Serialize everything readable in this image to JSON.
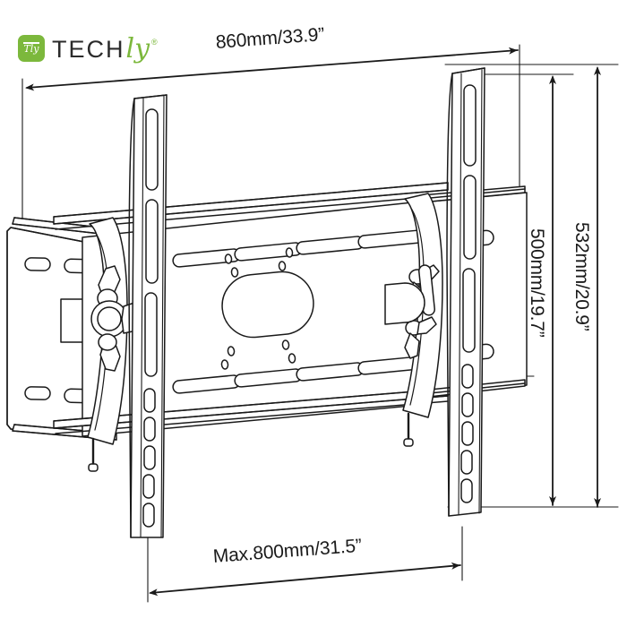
{
  "brand": {
    "logo_mark_letters": "Tly",
    "wordmark_primary": "TECH",
    "wordmark_script": "ly",
    "registered_mark": "®",
    "logo_color": "#7cb83c",
    "wordmark_color": "#2b2b2b"
  },
  "drawing": {
    "title": "TV wall mount bracket technical drawing",
    "line_color": "#1a1a1a",
    "fill_color": "#ffffff",
    "background": "#ffffff",
    "product_type": "tilting flat-panel TV wall mount"
  },
  "dimensions": {
    "overall_width": {
      "label": "860mm/33.9”",
      "value_mm": 860,
      "value_in": 33.9,
      "orientation": "horizontal",
      "position": "top"
    },
    "max_width": {
      "label": "Max.800mm/31.5”",
      "value_mm": 800,
      "value_in": 31.5,
      "orientation": "horizontal",
      "position": "bottom"
    },
    "inner_height": {
      "label": "500mm/19.7”",
      "value_mm": 500,
      "value_in": 19.7,
      "orientation": "vertical",
      "position": "right-inner"
    },
    "overall_height": {
      "label": "532mm/20.9”",
      "value_mm": 532,
      "value_in": 20.9,
      "orientation": "vertical",
      "position": "right-outer"
    }
  },
  "components": [
    {
      "name": "left-wall-plate",
      "description": "left wall mounting plate with oval slots"
    },
    {
      "name": "center-mount-plate",
      "description": "central VESA plate with slot array and rounded cutout"
    },
    {
      "name": "left-vertical-rail",
      "description": "left vertical TV rail with long and short slots"
    },
    {
      "name": "right-vertical-rail",
      "description": "right vertical TV rail with long and short slots"
    },
    {
      "name": "left-tilt-knob",
      "description": "left tilt adjustment wing knob"
    },
    {
      "name": "right-tilt-knob",
      "description": "right tilt adjustment wing knob"
    },
    {
      "name": "right-wall-plate",
      "description": "right wall mounting plate with oval slots"
    }
  ]
}
